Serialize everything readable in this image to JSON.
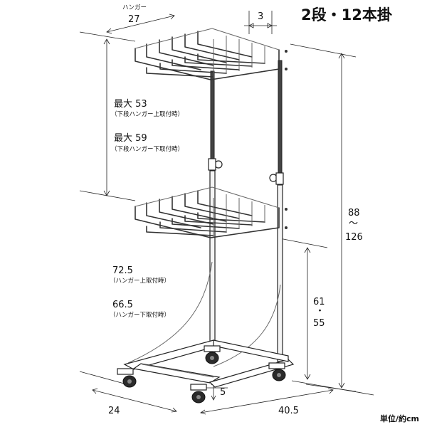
{
  "title": "2段・12本掛",
  "unit_label": "単位/約cm",
  "dimensions": {
    "hanger_label": "ハンガー",
    "hanger_width": "27",
    "arm_spacing": "3",
    "max_upper_value": "最大 53",
    "max_upper_note": "（下段ハンガー上取付時）",
    "max_lower_value": "最大 59",
    "max_lower_note": "（下段ハンガー下取付時）",
    "height_upper_value": "72.5",
    "height_upper_note": "（ハンガー上取付時）",
    "height_lower_value": "66.5",
    "height_lower_note": "（ハンガー下取付時）",
    "total_height_min": "88",
    "total_height_sep": "～",
    "total_height_max": "126",
    "lower_rack_height_min": "61",
    "lower_rack_height_sep": "・",
    "lower_rack_height_max": "55",
    "base_depth": "24",
    "base_width": "40.5",
    "ground_clearance": "5"
  }
}
